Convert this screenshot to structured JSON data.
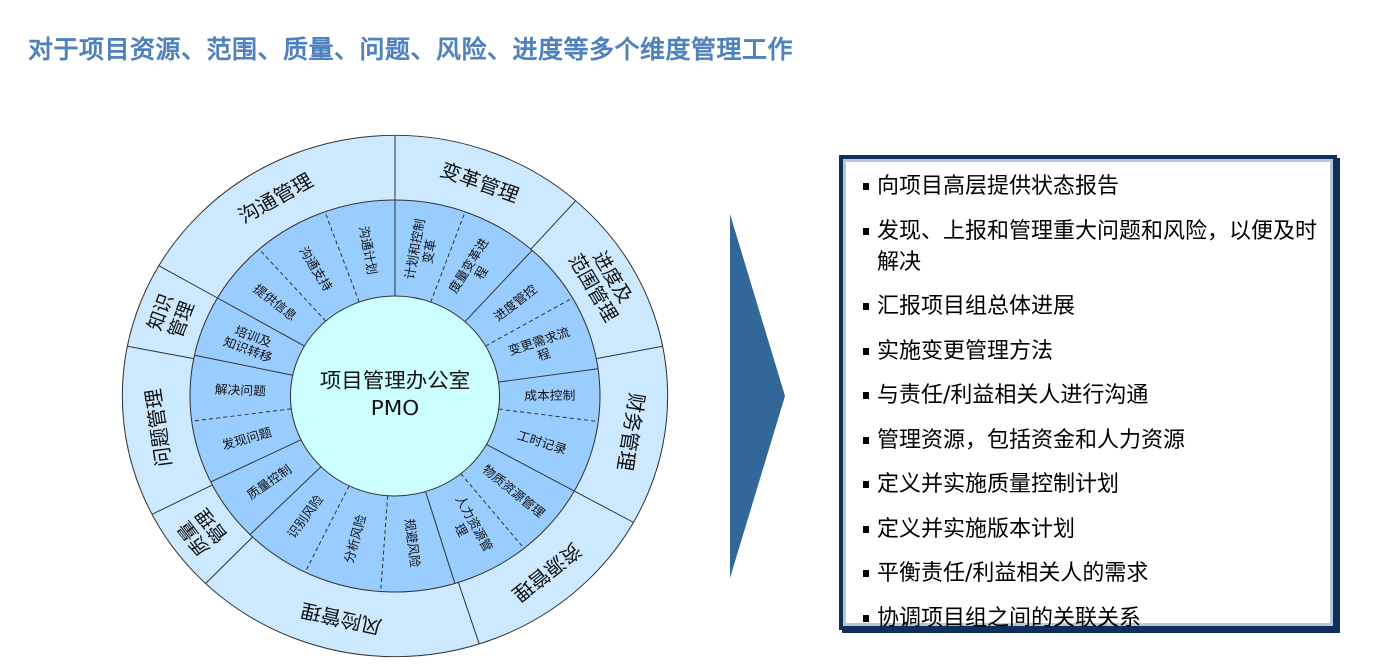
{
  "title": "对于项目资源、范围、质量、问题、风险、进度等多个维度管理工作",
  "wheel": {
    "center": [
      "项目管理办公室",
      "PMO"
    ],
    "outer": [
      {
        "lines": [
          "变革管理"
        ]
      },
      {
        "lines": [
          "进度及",
          "范围管理"
        ]
      },
      {
        "lines": [
          "财务管理"
        ]
      },
      {
        "lines": [
          "资源管理"
        ]
      },
      {
        "lines": [
          "风险管理"
        ]
      },
      {
        "lines": [
          "质量",
          "管理"
        ]
      },
      {
        "lines": [
          "问题管理"
        ]
      },
      {
        "lines": [
          "知识",
          "管理"
        ]
      },
      {
        "lines": [
          "沟通管理"
        ]
      }
    ],
    "inner": [
      {
        "lines": [
          "计划和控制",
          "变革"
        ]
      },
      {
        "lines": [
          "度量变革进",
          "程"
        ]
      },
      {
        "lines": [
          "进度管控"
        ]
      },
      {
        "lines": [
          "变更需求流",
          "程"
        ]
      },
      {
        "lines": [
          "成本控制"
        ]
      },
      {
        "lines": [
          "工时记录"
        ]
      },
      {
        "lines": [
          "物质资源管理"
        ]
      },
      {
        "lines": [
          "人力资源管",
          "理"
        ]
      },
      {
        "lines": [
          "规避风险"
        ]
      },
      {
        "lines": [
          "分析风险"
        ]
      },
      {
        "lines": [
          "识别风险"
        ]
      },
      {
        "lines": [
          "质量控制"
        ]
      },
      {
        "lines": [
          "发现问题"
        ]
      },
      {
        "lines": [
          "解决问题"
        ]
      },
      {
        "lines": [
          "培训及",
          "知识转移"
        ]
      },
      {
        "lines": [
          "提供信息"
        ]
      },
      {
        "lines": [
          "沟通支持"
        ]
      },
      {
        "lines": [
          "沟通计划"
        ]
      }
    ]
  },
  "responsibilities": [
    "向项目高层提供状态报告",
    "发现、上报和管理重大问题和风险，以便及时解决",
    "汇报项目组总体进展",
    "实施变更管理方法",
    "与责任/利益相关人进行沟通",
    "管理资源，包括资金和人力资源",
    "定义并实施质量控制计划",
    "定义并实施版本计划",
    "平衡责任/利益相关人的需求",
    "协调项目组之间的关联关系"
  ],
  "colors": {
    "title": "#4f81bd",
    "outer_ring": "#cce9ff",
    "inner_ring": "#99ccff",
    "center": "#ccffff",
    "arrow": "#336699",
    "box_border": "#0d2f5a"
  }
}
